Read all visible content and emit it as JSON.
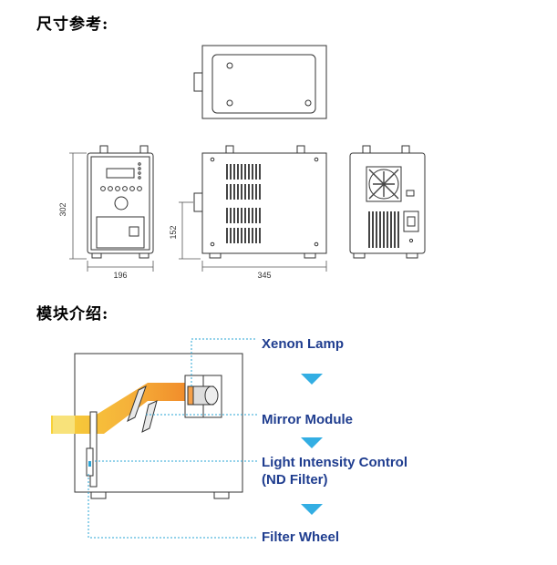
{
  "headings": {
    "dimensions": "尺寸参考:",
    "modules": "模块介绍:"
  },
  "dimensions": {
    "height": "302",
    "front_width": "196",
    "side_height": "152",
    "side_length": "345"
  },
  "modules": [
    {
      "label": "Xenon Lamp"
    },
    {
      "label": "Mirror Module"
    },
    {
      "label": "Light Intensity Control"
    },
    {
      "label": "(ND Filter)"
    },
    {
      "label": "Filter Wheel"
    }
  ],
  "colors": {
    "label_text": "#1f3d8f",
    "leader_line": "#2aa4d6",
    "arrow": "#33aee3",
    "beam_yellow": "#f7d23a",
    "beam_orange": "#f18a2a",
    "outline": "#333333"
  }
}
